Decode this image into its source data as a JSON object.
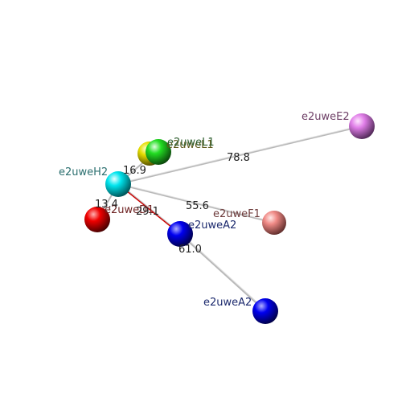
{
  "nodes": {
    "h2": {
      "label": "e2uweH2",
      "color": "#00e5ee",
      "label_color": "#2b6f6f"
    },
    "e2": {
      "label": "e2uweE2",
      "color": "#e07ee8",
      "label_color": "#6e3f66"
    },
    "l1a": {
      "label": "e2uweL1",
      "color": "#e5dd00",
      "label_color": "#5e5a1c"
    },
    "l1b": {
      "label": "e2uweL1",
      "color": "#22dd22",
      "label_color": "#2e5e2e"
    },
    "f1": {
      "label": "e2uweF1",
      "color": "#f08a86",
      "label_color": "#6e3c3c"
    },
    "a2a": {
      "label": "e2uweA2",
      "color": "#0000f0",
      "label_color": "#1c2a6e"
    },
    "a2b": {
      "label": "e2uweA2",
      "color": "#0000f0",
      "label_color": "#1c2a6e"
    },
    "d1": {
      "label": "e2uweD1",
      "color": "#f00000",
      "label_color": "#6e2222"
    }
  },
  "edges": {
    "h2_e2": {
      "label": "78.8"
    },
    "h2_l1": {
      "label": "16.9"
    },
    "h2_f1": {
      "label": "55.6"
    },
    "h2_a2": {
      "label": "29.1"
    },
    "h2_d1": {
      "label": "13.4"
    },
    "a2_a2": {
      "label": "61.0"
    }
  }
}
